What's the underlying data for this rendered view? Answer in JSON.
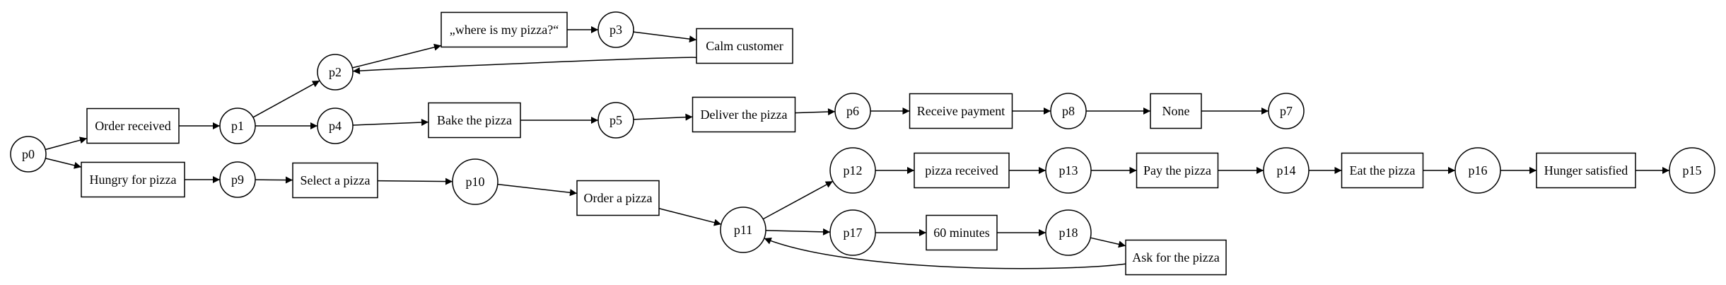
{
  "diagram": {
    "type": "petri-net",
    "places": [
      {
        "id": "p0",
        "label": "p0"
      },
      {
        "id": "p1",
        "label": "p1"
      },
      {
        "id": "p2",
        "label": "p2"
      },
      {
        "id": "p3",
        "label": "p3"
      },
      {
        "id": "p4",
        "label": "p4"
      },
      {
        "id": "p5",
        "label": "p5"
      },
      {
        "id": "p6",
        "label": "p6"
      },
      {
        "id": "p7",
        "label": "p7"
      },
      {
        "id": "p8",
        "label": "p8"
      },
      {
        "id": "p9",
        "label": "p9"
      },
      {
        "id": "p10",
        "label": "p10"
      },
      {
        "id": "p11",
        "label": "p11"
      },
      {
        "id": "p12",
        "label": "p12"
      },
      {
        "id": "p13",
        "label": "p13"
      },
      {
        "id": "p14",
        "label": "p14"
      },
      {
        "id": "p15",
        "label": "p15"
      },
      {
        "id": "p16",
        "label": "p16"
      },
      {
        "id": "p17",
        "label": "p17"
      },
      {
        "id": "p18",
        "label": "p18"
      }
    ],
    "transitions": [
      {
        "id": "t_order_received",
        "label": "Order received"
      },
      {
        "id": "t_hungry",
        "label": "Hungry for pizza"
      },
      {
        "id": "t_where",
        "label": "„where is my pizza?“"
      },
      {
        "id": "t_calm",
        "label": "Calm customer"
      },
      {
        "id": "t_bake",
        "label": "Bake the pizza"
      },
      {
        "id": "t_deliver",
        "label": "Deliver the pizza"
      },
      {
        "id": "t_payment",
        "label": "Receive payment"
      },
      {
        "id": "t_none",
        "label": "None"
      },
      {
        "id": "t_select",
        "label": "Select a pizza"
      },
      {
        "id": "t_order",
        "label": "Order a pizza"
      },
      {
        "id": "t_received",
        "label": "pizza received"
      },
      {
        "id": "t_pay",
        "label": "Pay the pizza"
      },
      {
        "id": "t_eat",
        "label": "Eat the pizza"
      },
      {
        "id": "t_satisfied",
        "label": "Hunger satisfied"
      },
      {
        "id": "t_60",
        "label": "60 minutes"
      },
      {
        "id": "t_ask",
        "label": "Ask for the pizza"
      }
    ],
    "arcs": [
      {
        "from": "p0",
        "to": "t_order_received"
      },
      {
        "from": "p0",
        "to": "t_hungry"
      },
      {
        "from": "t_order_received",
        "to": "p1"
      },
      {
        "from": "p1",
        "to": "p2"
      },
      {
        "from": "p1",
        "to": "p4"
      },
      {
        "from": "p2",
        "to": "t_where"
      },
      {
        "from": "t_where",
        "to": "p3"
      },
      {
        "from": "p3",
        "to": "t_calm"
      },
      {
        "from": "t_calm",
        "to": "p2"
      },
      {
        "from": "p4",
        "to": "t_bake"
      },
      {
        "from": "t_bake",
        "to": "p5"
      },
      {
        "from": "p5",
        "to": "t_deliver"
      },
      {
        "from": "t_deliver",
        "to": "p6"
      },
      {
        "from": "p6",
        "to": "t_payment"
      },
      {
        "from": "t_payment",
        "to": "p8"
      },
      {
        "from": "p8",
        "to": "t_none"
      },
      {
        "from": "t_none",
        "to": "p7"
      },
      {
        "from": "t_hungry",
        "to": "p9"
      },
      {
        "from": "p9",
        "to": "t_select"
      },
      {
        "from": "t_select",
        "to": "p10"
      },
      {
        "from": "p10",
        "to": "t_order"
      },
      {
        "from": "t_order",
        "to": "p11"
      },
      {
        "from": "p11",
        "to": "p12"
      },
      {
        "from": "p11",
        "to": "p17"
      },
      {
        "from": "p12",
        "to": "t_received"
      },
      {
        "from": "t_received",
        "to": "p13"
      },
      {
        "from": "p13",
        "to": "t_pay"
      },
      {
        "from": "t_pay",
        "to": "p14"
      },
      {
        "from": "p14",
        "to": "t_eat"
      },
      {
        "from": "t_eat",
        "to": "p16"
      },
      {
        "from": "p16",
        "to": "t_satisfied"
      },
      {
        "from": "t_satisfied",
        "to": "p15"
      },
      {
        "from": "p17",
        "to": "t_60"
      },
      {
        "from": "t_60",
        "to": "p18"
      },
      {
        "from": "p18",
        "to": "t_ask"
      },
      {
        "from": "t_ask",
        "to": "p11"
      }
    ]
  }
}
